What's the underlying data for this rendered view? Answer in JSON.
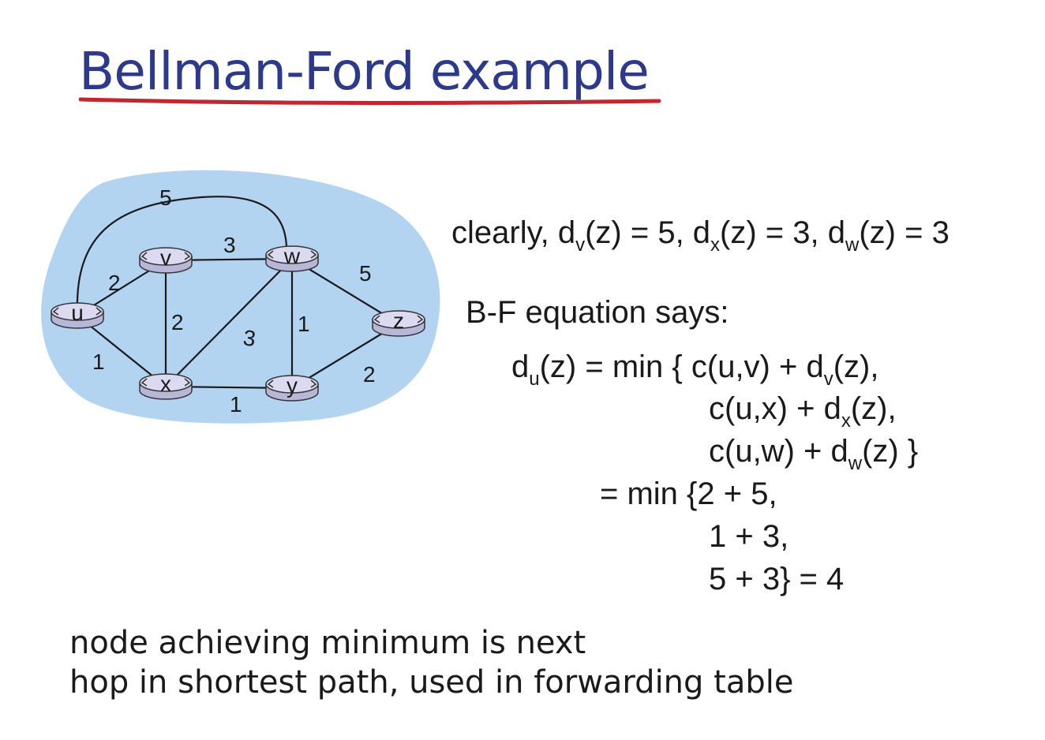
{
  "slide": {
    "title": "Bellman-Ford example"
  },
  "graph": {
    "nodes": [
      "u",
      "v",
      "w",
      "x",
      "y",
      "z"
    ],
    "edges": [
      {
        "from": "u",
        "to": "v",
        "weight": "2"
      },
      {
        "from": "u",
        "to": "x",
        "weight": "1"
      },
      {
        "from": "u",
        "to": "w",
        "weight": "5"
      },
      {
        "from": "v",
        "to": "w",
        "weight": "3"
      },
      {
        "from": "v",
        "to": "x",
        "weight": "2"
      },
      {
        "from": "x",
        "to": "w",
        "weight": "3"
      },
      {
        "from": "x",
        "to": "y",
        "weight": "1"
      },
      {
        "from": "w",
        "to": "y",
        "weight": "1"
      },
      {
        "from": "w",
        "to": "z",
        "weight": "5"
      },
      {
        "from": "y",
        "to": "z",
        "weight": "2"
      }
    ]
  },
  "equations": {
    "clearly_prefix": "clearly, d",
    "dv_sub": "v",
    "dv_rest": "(z) = 5, d",
    "dx_sub": "x",
    "dx_rest": "(z) = 3, d",
    "dw_sub": "w",
    "dw_rest": "(z) = 3",
    "bf_says": "B-F equation says:",
    "eq1_d": "d",
    "eq1_sub": "u",
    "eq1_mid": "(z) = min { c(u,v) + d",
    "eq1_sub2": "v",
    "eq1_end": "(z),",
    "eq2_mid": "c(u,x) + d",
    "eq2_sub": "x",
    "eq2_end": "(z),",
    "eq3_mid": "c(u,w) + d",
    "eq3_sub": "w",
    "eq3_end": "(z) }",
    "eq4": "= min {2 + 5,",
    "eq5": "1 + 3,",
    "eq6": "5 + 3}  = 4"
  },
  "footer": {
    "line1": "node achieving minimum is next",
    "line2": "hop in shortest path, used in forwarding table"
  }
}
